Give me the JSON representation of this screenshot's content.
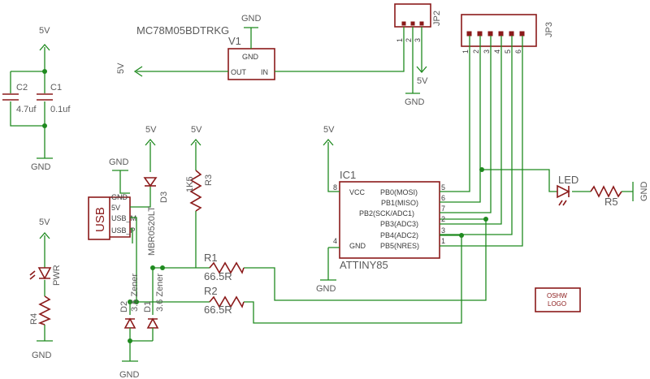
{
  "colors": {
    "wire": "#1f8a1f",
    "part": "#8b1a1a",
    "text": "#5a5a5a",
    "background": "#ffffff"
  },
  "regulator": {
    "name": "V1",
    "value": "MC78M05BDTRKG",
    "pin_gnd": "GND",
    "pin_out": "OUT",
    "pin_in": "IN"
  },
  "nets": {
    "gnd": "GND",
    "v5": "5V"
  },
  "jp2": {
    "name": "JP2",
    "pins": [
      "1",
      "2",
      "3"
    ]
  },
  "jp3": {
    "name": "JP3",
    "pins": [
      "1",
      "2",
      "3",
      "4",
      "5",
      "6"
    ]
  },
  "caps": {
    "c1": {
      "name": "C1",
      "value": "0.1uf"
    },
    "c2": {
      "name": "C2",
      "value": "4.7uf"
    }
  },
  "usb": {
    "label": "USB",
    "pins": [
      "GND",
      "5V",
      "USB_M",
      "USB_P"
    ]
  },
  "d3": {
    "name": "D3",
    "value": "MBR0520LT"
  },
  "r3": {
    "name": "R3",
    "value": "1K5"
  },
  "ic1": {
    "name": "IC1",
    "value": "ATTINY85",
    "left_pins": [
      "VCC",
      "GND"
    ],
    "left_pin_numbers": [
      "8",
      "4"
    ],
    "right_pins": [
      "PB0(MOSI)",
      "PB1(MISO)",
      "PB2(SCK/ADC1)",
      "PB3(ADC3)",
      "PB4(ADC2)",
      "PB5(NRES)"
    ],
    "right_pin_numbers": [
      "5",
      "6",
      "7",
      "2",
      "3",
      "1"
    ]
  },
  "led": {
    "name": "LED"
  },
  "r5": {
    "name": "R5"
  },
  "pwr_led": {
    "name": "PWR"
  },
  "r4": {
    "name": "R4"
  },
  "r1": {
    "name": "R1",
    "value": "66.5R"
  },
  "r2": {
    "name": "R2",
    "value": "66.5R"
  },
  "d1": {
    "name": "D1",
    "value": "3.6 Zener"
  },
  "d2": {
    "name": "D2",
    "value": "3.6 Zener"
  },
  "logo": {
    "line1": "OSHW",
    "line2": "LOGO"
  }
}
